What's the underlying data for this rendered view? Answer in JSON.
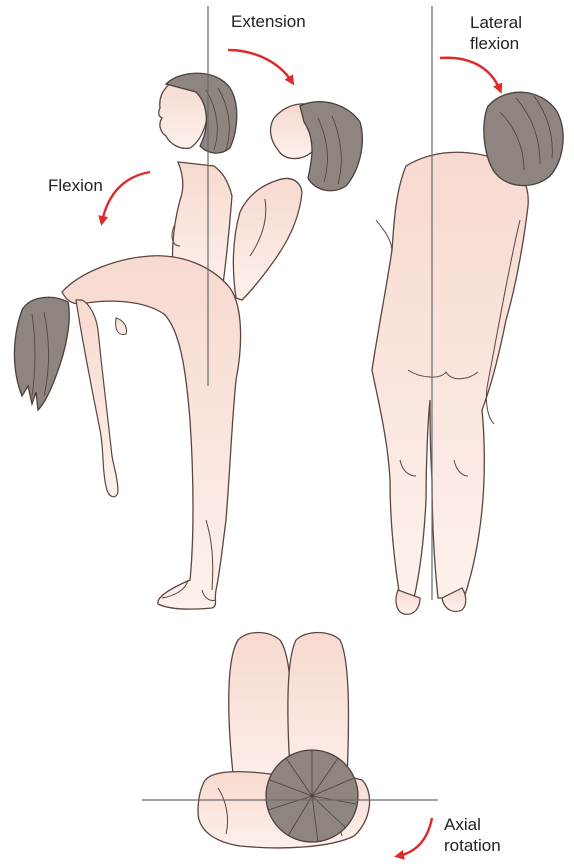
{
  "labels": {
    "extension": "Extension",
    "lateral_flexion_line1": "Lateral",
    "lateral_flexion_line2": "flexion",
    "flexion": "Flexion",
    "axial_rotation_line1": "Axial",
    "axial_rotation_line2": "rotation"
  },
  "colors": {
    "skin_fill": "#fbe6df",
    "skin_outline": "#5a4540",
    "hair_fill": "#8f8580",
    "hair_outline": "#4a403c",
    "arrow": "#e02a2a",
    "reference_line": "#6a6a6a"
  }
}
